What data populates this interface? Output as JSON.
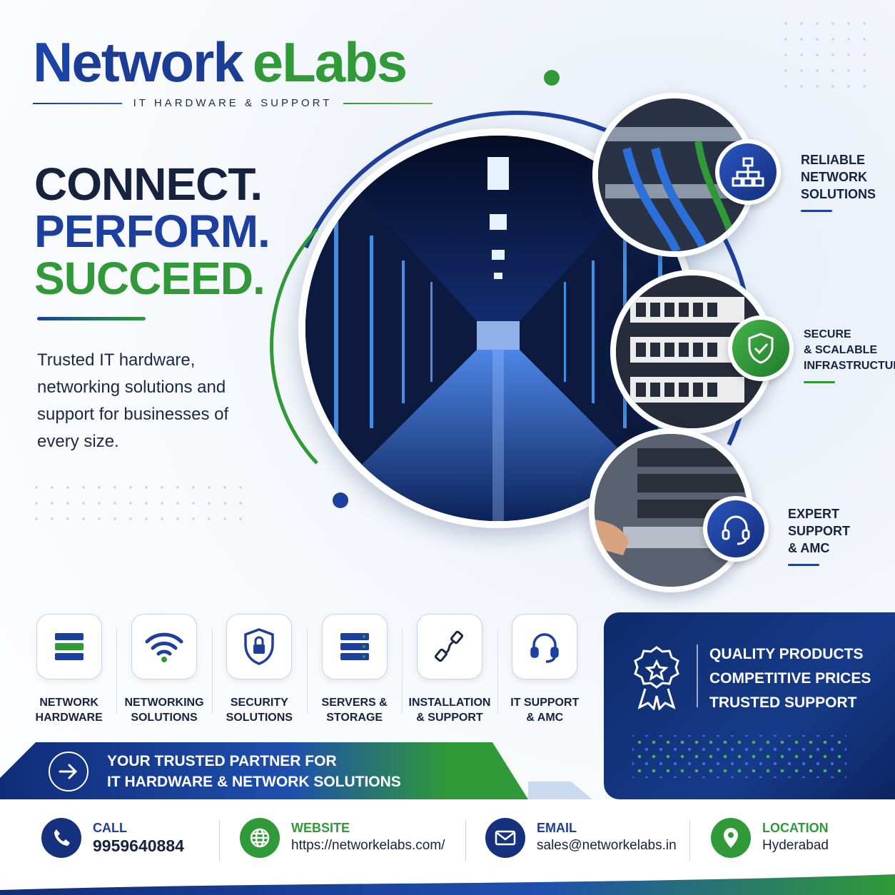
{
  "brand": {
    "logo_n": "N",
    "logo_etwork": "etwork",
    "logo_elabs": "eLabs",
    "tagline": "IT HARDWARE & SUPPORT"
  },
  "headline": {
    "line1": "CONNECT.",
    "line2": "PERFORM.",
    "line3": "SUCCEED."
  },
  "intro": "Trusted IT hardware, networking solutions and support for businesses of every size.",
  "features": [
    {
      "line1": "RELIABLE",
      "line2": "NETWORK",
      "line3": "SOLUTIONS",
      "icon": "network-hierarchy-icon"
    },
    {
      "line1": "SECURE",
      "line2": "& SCALABLE",
      "line3": "INFRASTRUCTURE",
      "icon": "shield-check-icon"
    },
    {
      "line1": "EXPERT",
      "line2": "SUPPORT",
      "line3": "& AMC",
      "icon": "headset-icon"
    }
  ],
  "services": [
    {
      "line1": "NETWORK",
      "line2": "HARDWARE",
      "icon": "server-rack-icon"
    },
    {
      "line1": "NETWORKING",
      "line2": "SOLUTIONS",
      "icon": "wifi-icon"
    },
    {
      "line1": "SECURITY",
      "line2": "SOLUTIONS",
      "icon": "shield-lock-icon"
    },
    {
      "line1": "SERVERS &",
      "line2": "STORAGE",
      "icon": "server-storage-icon"
    },
    {
      "line1": "INSTALLATION",
      "line2": "& SUPPORT",
      "icon": "cable-icon"
    },
    {
      "line1": "IT SUPPORT",
      "line2": "& AMC",
      "icon": "headset-icon"
    }
  ],
  "quality": {
    "line1": "QUALITY PRODUCTS",
    "line2": "COMPETITIVE PRICES",
    "line3": "TRUSTED SUPPORT",
    "icon": "award-ribbon-icon"
  },
  "banner": {
    "line1": "YOUR TRUSTED PARTNER FOR",
    "line2": "IT HARDWARE & NETWORK SOLUTIONS"
  },
  "contact": {
    "call_label": "CALL",
    "call_value": "9959640884",
    "website_label": "WEBSITE",
    "website_value": "https://networkelabs.com/",
    "email_label": "EMAIL",
    "email_value": "sales@networkelabs.in",
    "location_label": "LOCATION",
    "location_value": "Hyderabad"
  },
  "colors": {
    "brand_blue": "#1d3f9d",
    "brand_green": "#2f9a37",
    "navy": "#15233f"
  }
}
